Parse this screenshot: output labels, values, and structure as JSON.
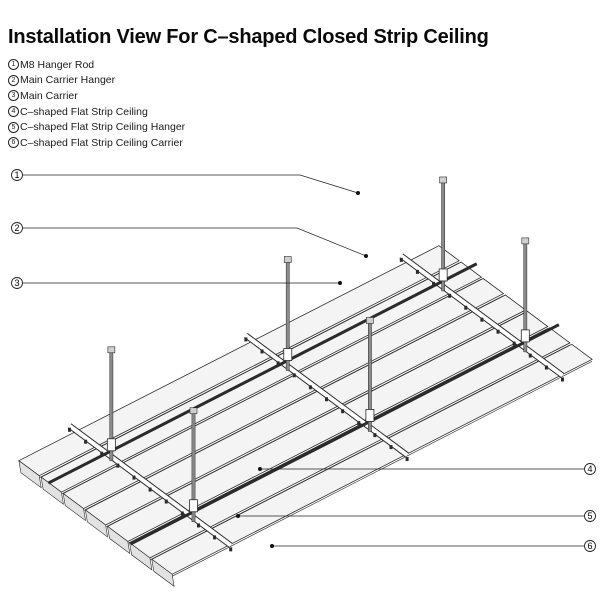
{
  "title": "Installation View For C–shaped Closed Strip Ceiling",
  "legend": [
    {
      "num": "1",
      "label": "M8 Hanger Rod"
    },
    {
      "num": "2",
      "label": "Main Carrier Hanger"
    },
    {
      "num": "3",
      "label": "Main Carrier"
    },
    {
      "num": "4",
      "label": "C–shaped Flat Strip Ceiling"
    },
    {
      "num": "5",
      "label": "C–shaped Flat Strip Ceiling Hanger"
    },
    {
      "num": "6",
      "label": "C–shaped Flat Strip Ceiling Carrier"
    }
  ],
  "callouts": [
    "1",
    "2",
    "3",
    "4",
    "5",
    "6"
  ],
  "colors": {
    "line": "#2b2b2b",
    "panel_fill": "#f4f4f4",
    "rod_fill": "#8a8a8a"
  }
}
